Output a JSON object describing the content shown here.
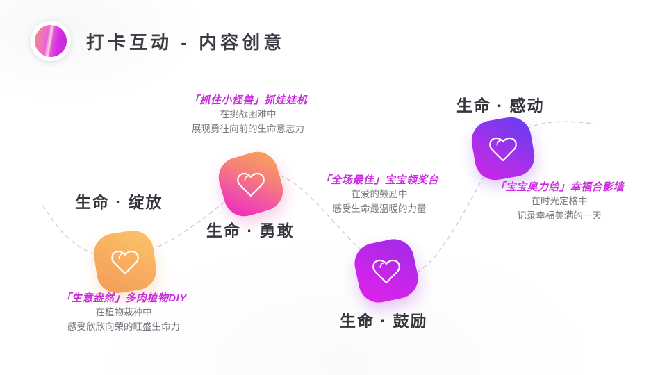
{
  "header": {
    "title": "打卡互动 - 内容创意",
    "logo_icon": "gradient-circle-logo"
  },
  "colors": {
    "background": "#ffffff",
    "title_text": "#3b3b44",
    "node_label_text": "#35353c",
    "caption_title": "#cb2ae0",
    "caption_body": "#77777f",
    "connector_line": "#c9c9d2"
  },
  "nodes": [
    {
      "id": "node-blossom",
      "label": "生命 · 绽放",
      "icon": "heart-icon",
      "gradient_from": "#f5a05e",
      "gradient_to": "#fbc46a",
      "caption": {
        "title": "「生意盎然」多肉植物DIY",
        "lines": [
          "在植物栽种中",
          "感受欣欣向荣的旺盛生命力"
        ]
      }
    },
    {
      "id": "node-brave",
      "label": "生命 · 勇敢",
      "icon": "heart-icon",
      "gradient_from": "#e921c6",
      "gradient_to": "#f7a44e",
      "caption": {
        "title": "「抓住小怪兽」抓娃娃机",
        "lines": [
          "在挑战困难中",
          "展现勇往向前的生命意志力"
        ]
      }
    },
    {
      "id": "node-encourage",
      "label": "生命 · 鼓励",
      "icon": "heart-icon",
      "gradient_from": "#d823ec",
      "gradient_to": "#9b2ae8",
      "caption": {
        "title": "「全场最佳」宝宝领奖台",
        "lines": [
          "在爱的鼓励中",
          "感受生命最温暖的力量"
        ]
      }
    },
    {
      "id": "node-touched",
      "label": "生命 · 感动",
      "icon": "heart-icon",
      "gradient_from": "#c32ae6",
      "gradient_to": "#6d3ef0",
      "caption": {
        "title": "「宝宝奥力给」幸福合影墙",
        "lines": [
          "在时光定格中",
          "记录幸福美满的一天"
        ]
      }
    }
  ]
}
